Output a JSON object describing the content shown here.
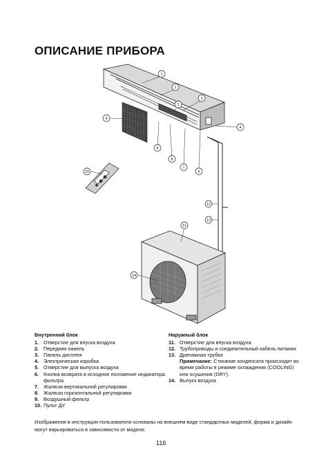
{
  "title": "ОПИСАНИЕ ПРИБОРА",
  "indoor": {
    "heading": "Внутренний блок",
    "items": [
      {
        "num": "1.",
        "text": "Отверстие для впуска воздуха"
      },
      {
        "num": "2.",
        "text": "Передняя панель"
      },
      {
        "num": "3.",
        "text": "Панель дисплея"
      },
      {
        "num": "4.",
        "text": "Электрическая коробка"
      },
      {
        "num": "5.",
        "text": "Отверстие для выпуска воздуха"
      },
      {
        "num": "6.",
        "text": "Кнопка возврата в исходное положение индикатора фильтра"
      },
      {
        "num": "7.",
        "text": "Жалюзи вертикальной регулировки"
      },
      {
        "num": "8.",
        "text": "Жалюзи горизонтальной регулировки"
      },
      {
        "num": "9.",
        "text": "Воздушный фильтр"
      },
      {
        "num": "10.",
        "text": "Пульт ДУ"
      }
    ]
  },
  "outdoor": {
    "heading": "Наружный блок",
    "items": [
      {
        "num": "11.",
        "text": "Отверстие для впуска воздуха"
      },
      {
        "num": "12.",
        "text": "Трубопроводы и соединительный кабель питания"
      },
      {
        "num": "13.",
        "text": "Дренажная трубка"
      },
      {
        "num": "14.",
        "text": "Выпуск воздуха"
      }
    ],
    "note_label": "Примечание:",
    "note_text": "Стекание конденсата происходит во время работы в режиме охлаждения (COOLING) или осушения (DRY)."
  },
  "callouts": [
    "1",
    "2",
    "3",
    "4",
    "5",
    "6",
    "7",
    "8",
    "9",
    "10",
    "11",
    "12",
    "13",
    "14"
  ],
  "footer": "Изображения в инструкции пользователя основаны на внешнем виде стандартных моделей, форма и дизайн могут варьироваться в зависимости от модели.",
  "page_number": "116"
}
